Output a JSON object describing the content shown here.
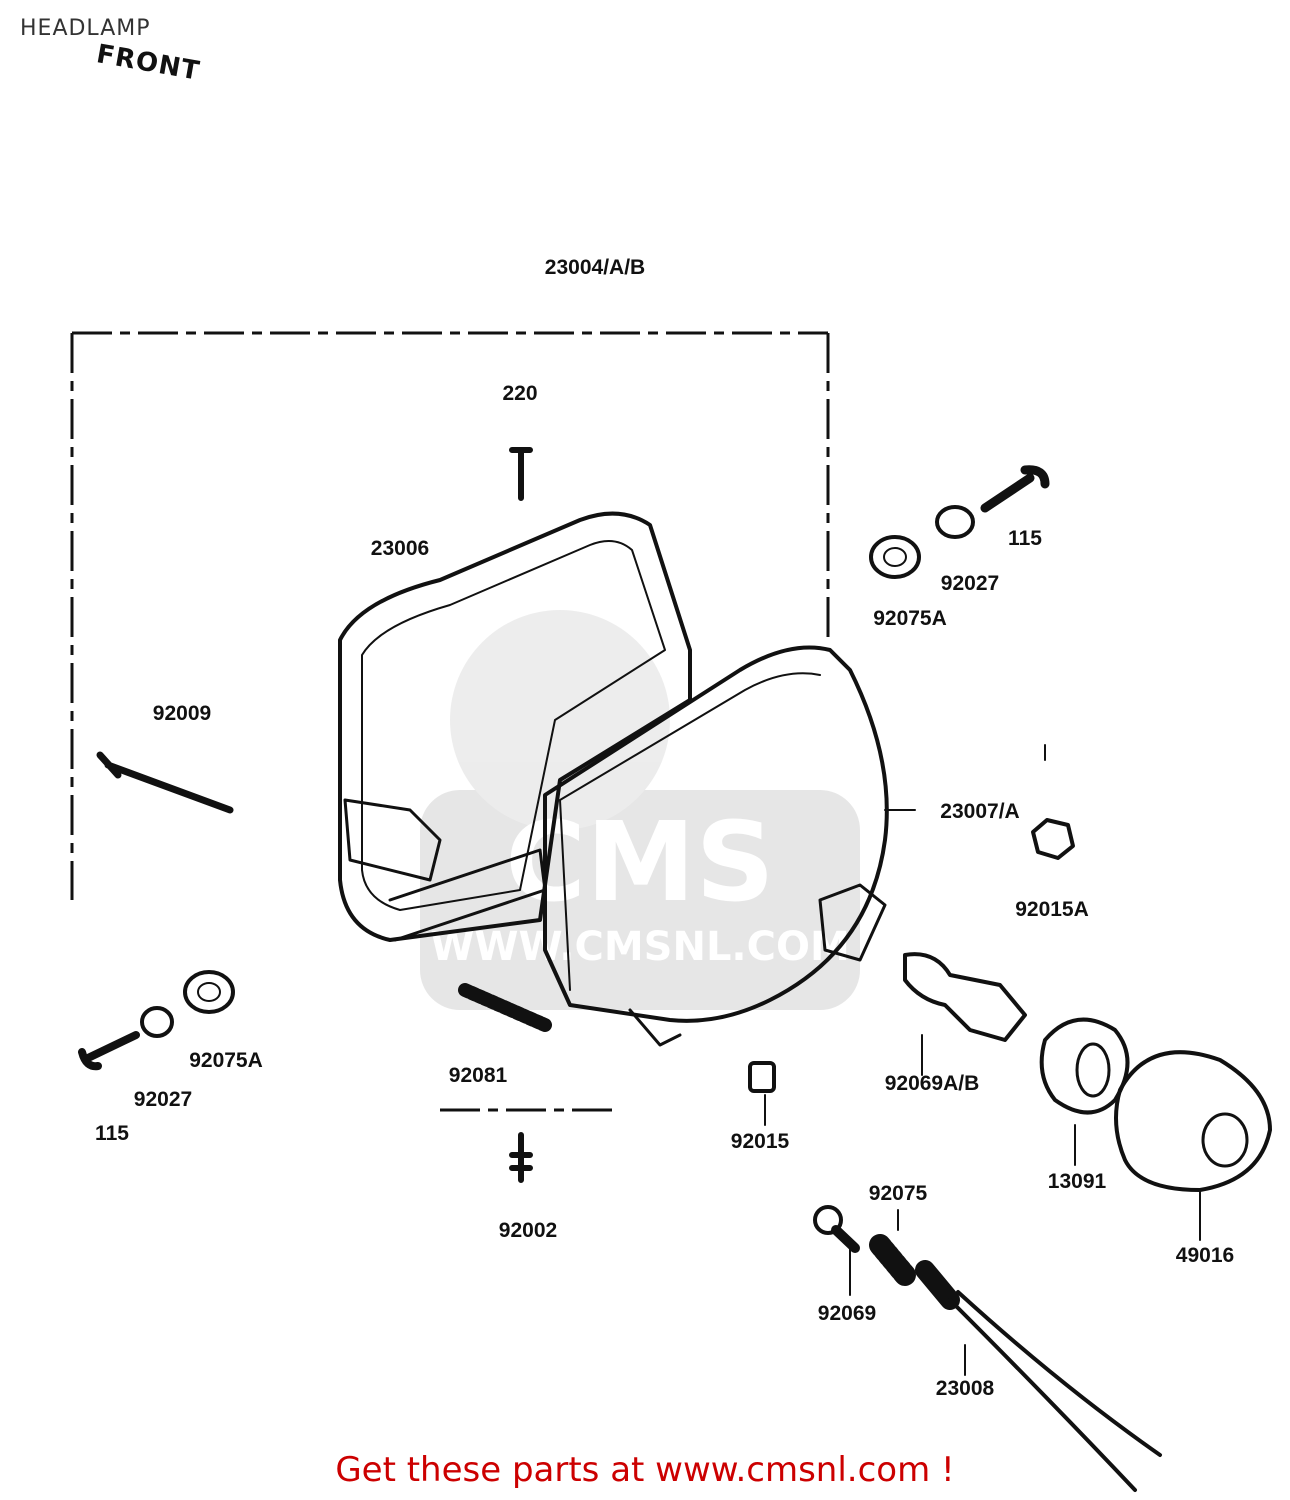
{
  "header": {
    "title": "HEADLAMP",
    "front_marker": "FRONT"
  },
  "parts": {
    "assembly": "23004/A/B",
    "screw_top": "220",
    "housing": "23006",
    "bolt_right": "115",
    "washer_right": "92027",
    "damper_right": "92075A",
    "long_bolt": "92009",
    "lamp_unit": "23007/A",
    "nut_right": "92015A",
    "damper_left": "92075A",
    "washer_left": "92027",
    "bolt_left": "115",
    "spring": "92081",
    "bulb": "92069A/B",
    "nut_small": "92015",
    "socket": "13091",
    "cover": "49016",
    "screw_bottom": "92002",
    "grommet": "92075",
    "pilot_bulb": "92069",
    "wire_socket": "23008"
  },
  "watermark": {
    "brand": "CMS",
    "url": "WWW.CMSNL.COM"
  },
  "footer": {
    "link_text": "Get these parts at www.cmsnl.com !"
  },
  "colors": {
    "footer_text": "#cc0000",
    "line_art": "#111111"
  }
}
